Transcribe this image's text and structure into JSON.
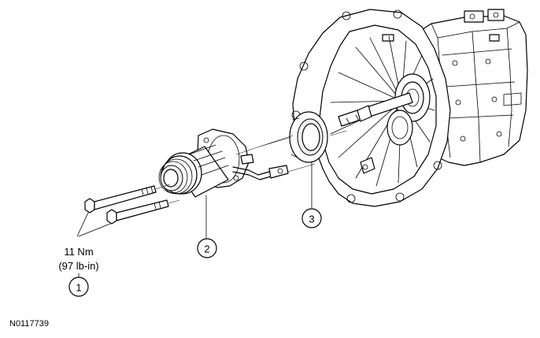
{
  "diagram": {
    "callouts": [
      {
        "number": "1"
      },
      {
        "number": "2"
      },
      {
        "number": "3"
      }
    ],
    "torque_spec": {
      "metric": "11 Nm",
      "imperial": "(97 lb-in)"
    },
    "figure_id": "N0117739",
    "colors": {
      "line": "#000000",
      "background": "#ffffff",
      "shade": "#f1f1f1"
    }
  }
}
